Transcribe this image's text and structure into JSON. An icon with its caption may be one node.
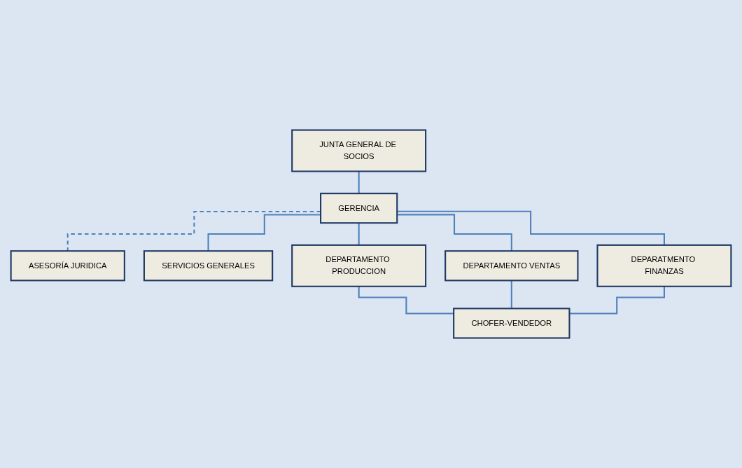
{
  "diagram": {
    "nodes": [
      {
        "text": [
          "JUNTA GENERAL DE SOCIOS"
        ]
      },
      {
        "text": [
          "GERENCIA"
        ]
      },
      {
        "text": [
          "ASESORÍA JURIDICA"
        ]
      },
      {
        "text": [
          "SERVICIOS GENERALES"
        ]
      },
      {
        "text": [
          "DEPARTAMENTO PRODUCCION"
        ]
      },
      {
        "text": [
          "DEPARTAMENTO VENTAS"
        ]
      },
      {
        "text": [
          "DEPARATMENTO FINANZAS"
        ]
      },
      {
        "text": [
          "CHOFER-VENDEDOR"
        ]
      }
    ],
    "edges": [
      {
        "from": 0,
        "to": 1,
        "arrow": "none"
      },
      {
        "from": 1,
        "to": 2,
        "arrow": "none",
        "style": "dashed"
      },
      {
        "from": 1,
        "to": 3,
        "arrow": "none"
      },
      {
        "from": 1,
        "to": 4,
        "arrow": "none"
      },
      {
        "from": 1,
        "to": 5,
        "arrow": "none"
      },
      {
        "from": 1,
        "to": 6,
        "arrow": "none"
      },
      {
        "from": 4,
        "to": 7,
        "arrow": "none"
      },
      {
        "from": 5,
        "to": 7,
        "arrow": "none"
      },
      {
        "from": 6,
        "to": 7,
        "arrow": "none"
      }
    ]
  }
}
